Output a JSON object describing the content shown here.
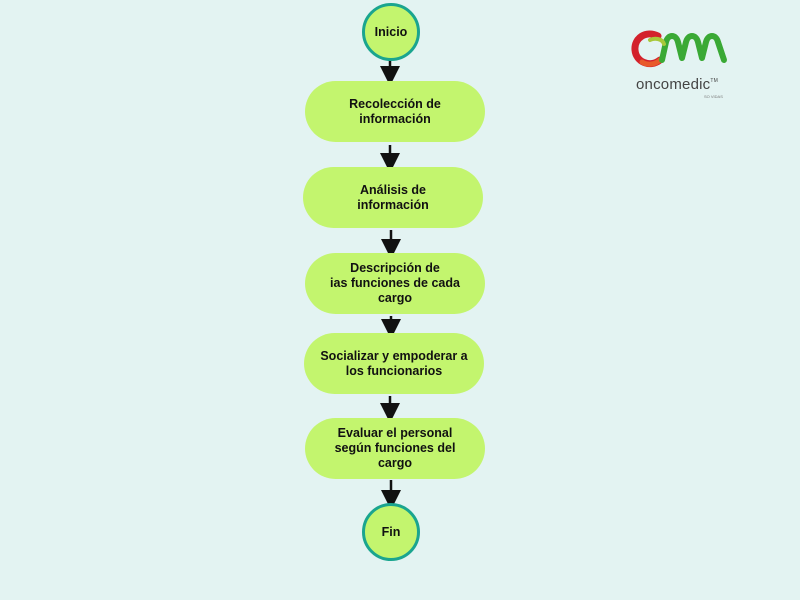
{
  "diagram": {
    "start": "Inicio",
    "end": "Fin",
    "steps": [
      {
        "line1": "Recolección de",
        "line2": "información",
        "line3": ""
      },
      {
        "line1": "Análisis  de",
        "line2": "información",
        "line3": ""
      },
      {
        "line1": "Descripción  de",
        "line2": "ias funciones de cada",
        "line3": "cargo"
      },
      {
        "line1": "Socializar y empoderar a",
        "line2": "los funcionarios",
        "line3": ""
      },
      {
        "line1": "Evaluar el personal",
        "line2": "según funciones del",
        "line3": "cargo"
      }
    ]
  },
  "logo": {
    "name": "oncomedic",
    "trademark": "TM",
    "tagline": "SO VIDAS"
  },
  "colors": {
    "background": "#e3f3f2",
    "node_fill": "#c3f56e",
    "terminal_border": "#1aa58f",
    "arrow": "#111111",
    "logo_red": "#d3212c",
    "logo_green": "#3aa935"
  }
}
